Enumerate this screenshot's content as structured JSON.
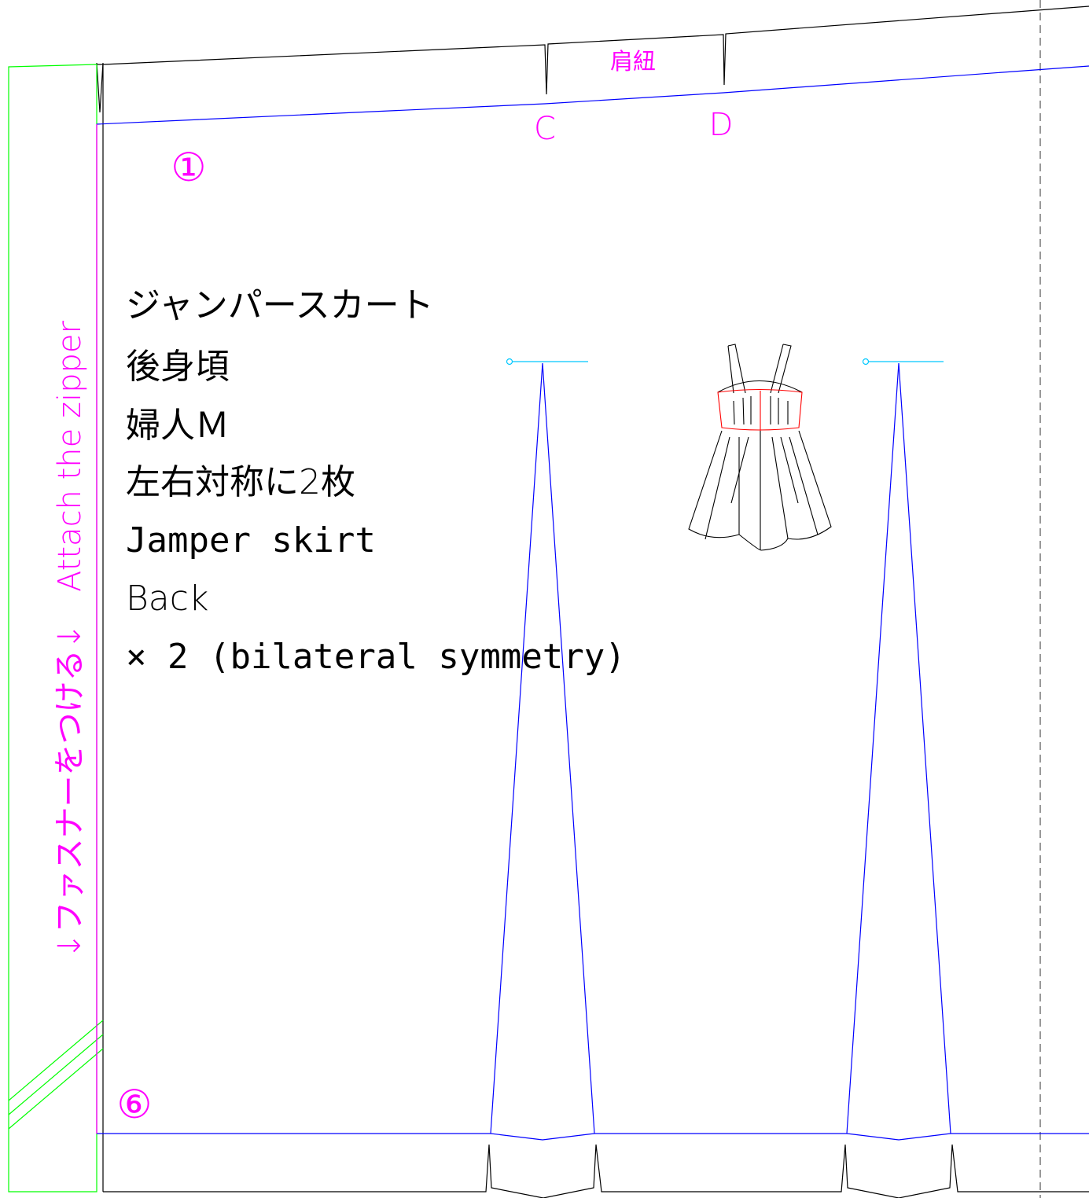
{
  "strap_label": "肩紐",
  "point_c": "C",
  "point_d": "D",
  "piece_number_top": "①",
  "piece_number_bottom": "⑥",
  "side_label": "↓ファスナーをつける↓　Attach the zipper",
  "title_lines": [
    "ジャンパースカート",
    "後身頃",
    "婦人Ｍ",
    "左右対称に2枚",
    "Jamper skirt",
    "Back",
    "× 2 (bilateral symmetry)"
  ],
  "colors": {
    "outline": "#000000",
    "seam": "#0000ff",
    "zipper": "#00ff00",
    "label": "#ff00ff",
    "grain": "#00c8ff",
    "illustration_accent": "#ff0000"
  }
}
